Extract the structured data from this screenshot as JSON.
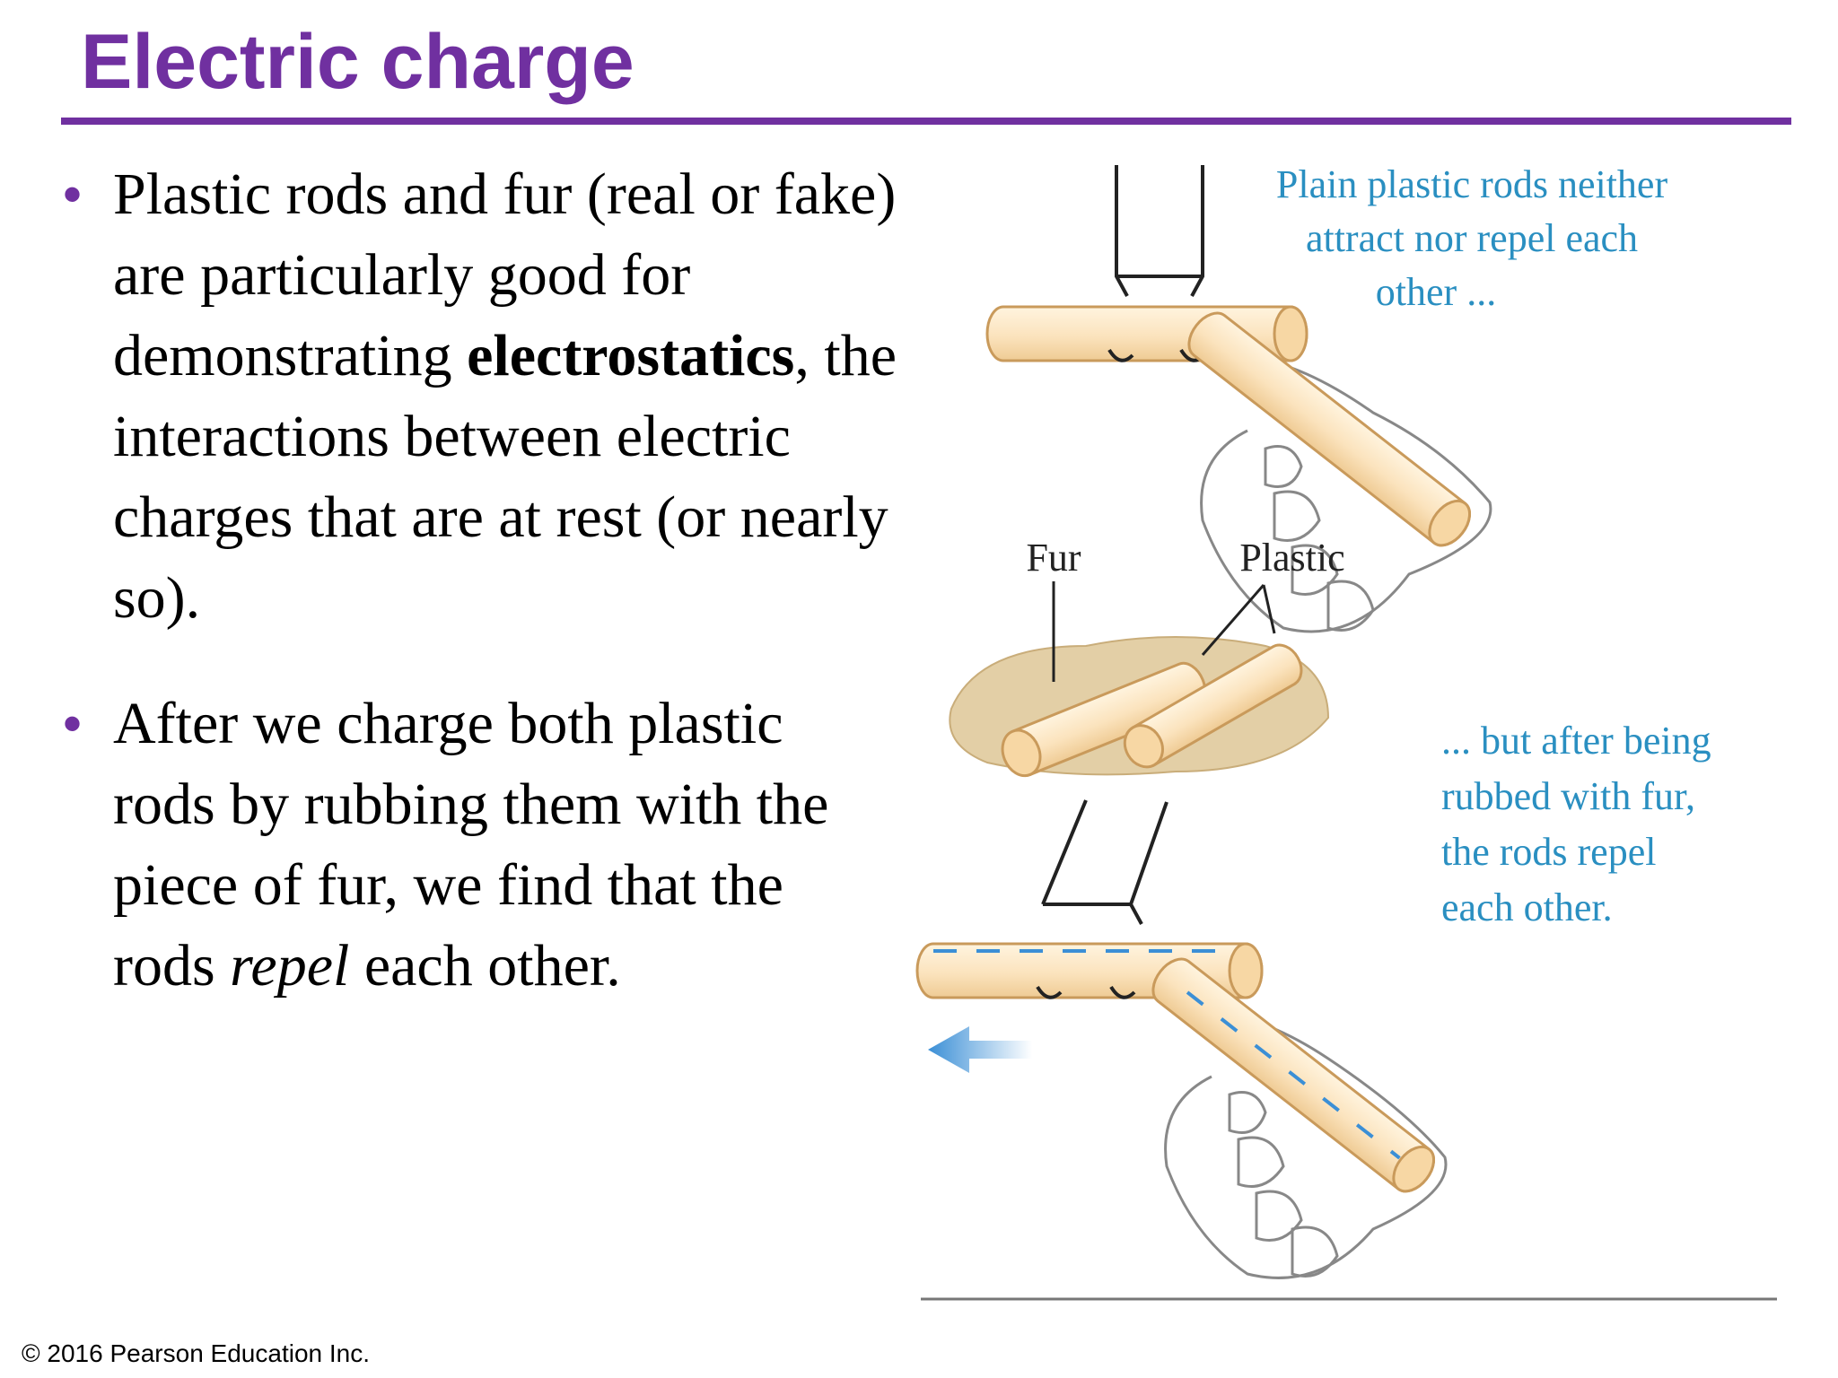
{
  "title": "Electric charge",
  "bullets": [
    {
      "parts": [
        {
          "text": "Plastic rods and fur (real or fake) are particularly good for demonstrating ",
          "style": "normal"
        },
        {
          "text": "electrostatics",
          "style": "bold"
        },
        {
          "text": ", the interactions between electric charges that are at rest (or nearly so).",
          "style": "normal"
        }
      ]
    },
    {
      "parts": [
        {
          "text": "After we charge both plastic rods by rubbing them with the piece of fur, we find that the rods ",
          "style": "normal"
        },
        {
          "text": "repel",
          "style": "italic"
        },
        {
          "text": " each other.",
          "style": "normal"
        }
      ]
    }
  ],
  "figure": {
    "caption_top": [
      "Plain plastic rods neither",
      "attract nor repel each",
      "other ..."
    ],
    "label_fur": "Fur",
    "label_plastic": "Plastic",
    "caption_bottom": [
      "... but after being",
      "rubbed with fur,",
      "the rods repel",
      "each other."
    ],
    "colors": {
      "caption": "#2a8fc1",
      "rod_fill": "#fbe3bd",
      "rod_stroke": "#c99a5b",
      "fur": "#d9c39a",
      "arrow": "#3b8fd6"
    }
  },
  "footer": "© 2016 Pearson Education Inc."
}
